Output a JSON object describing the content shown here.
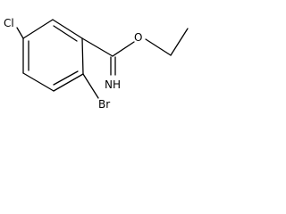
{
  "molecule": {
    "atoms": {
      "chlorine": "Cl",
      "oxygen": "O",
      "imine": "NH",
      "bromine": "Br"
    },
    "colors": {
      "bond": "#000000",
      "label": "#000000",
      "background": "#ffffff"
    }
  }
}
